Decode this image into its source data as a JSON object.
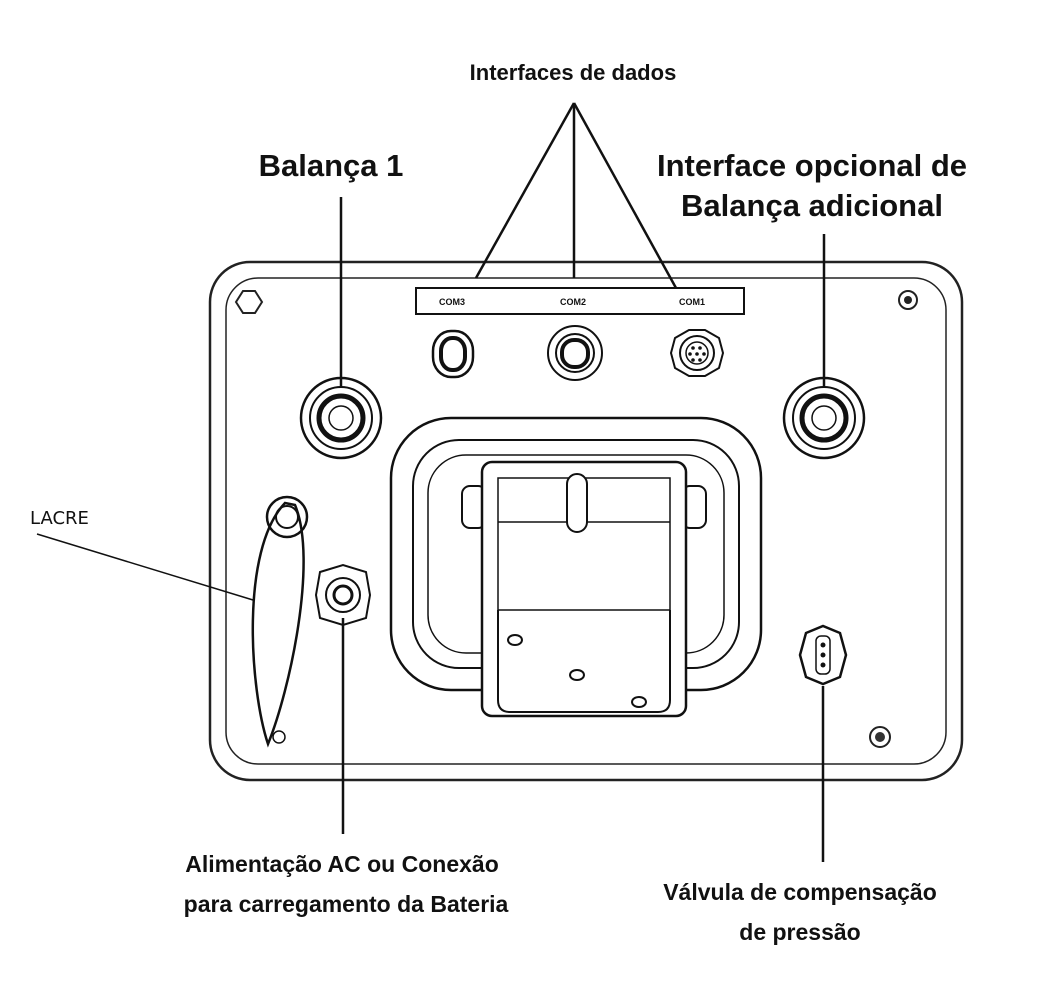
{
  "labels": {
    "interfaces_de_dados": "Interfaces de dados",
    "balanca_1": "Balança 1",
    "interface_opcional_line1": "Interface opcional de",
    "interface_opcional_line2": "Balança adicional",
    "lacre": "LACRE",
    "alimentacao_line1": "Alimentação AC ou Conexão",
    "alimentacao_line2": "para carregamento da Bateria",
    "valvula_line1": "Válvula de compensação",
    "valvula_line2": "de pressão"
  },
  "ports": {
    "com3": "COM3",
    "com2": "COM2",
    "com1": "COM1"
  }
}
